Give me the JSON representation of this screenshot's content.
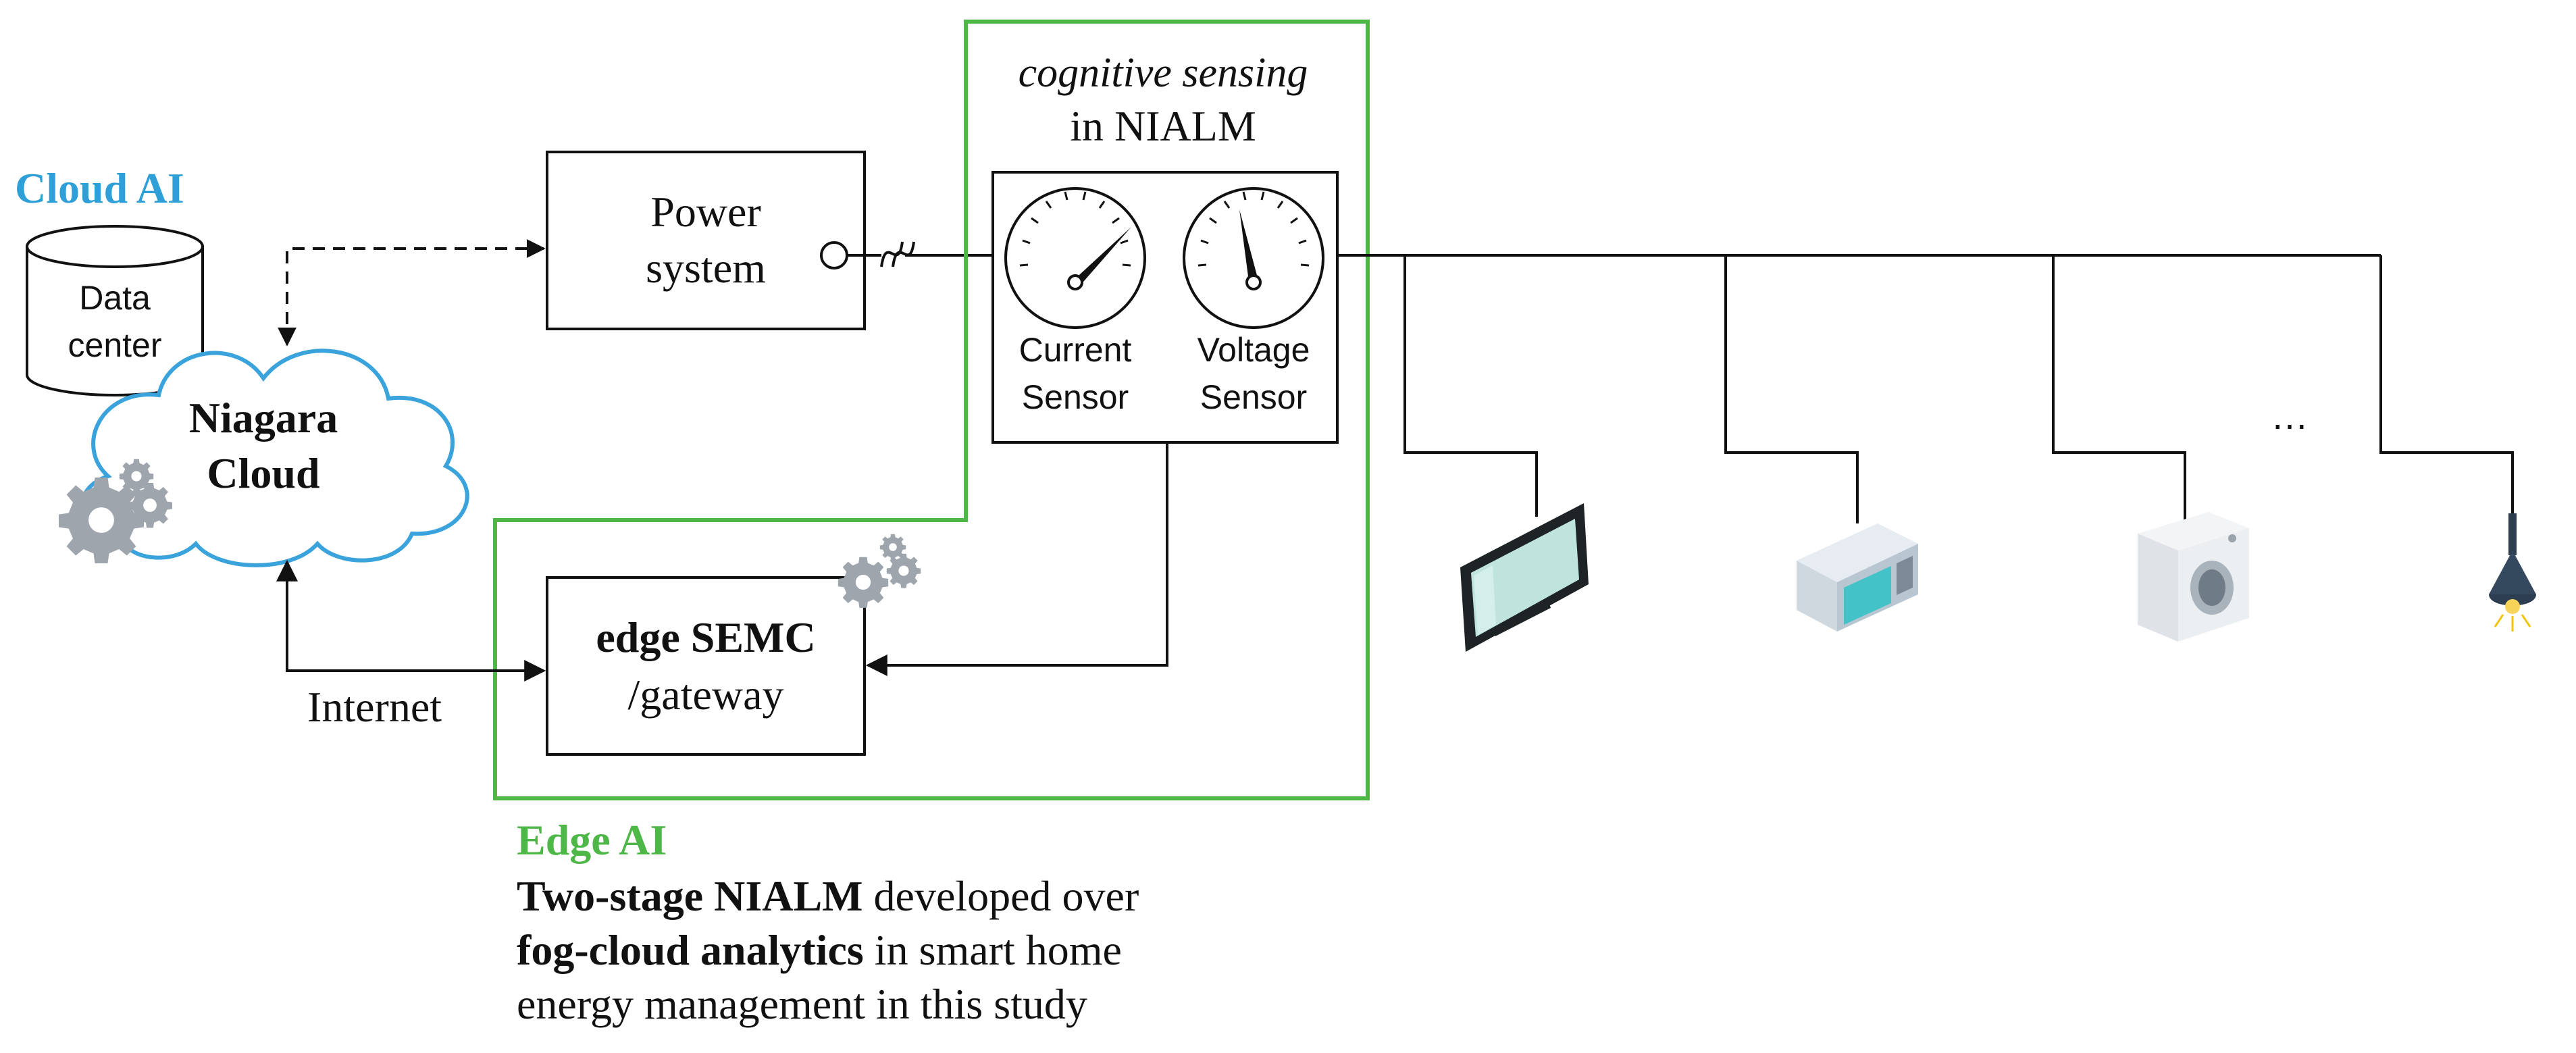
{
  "cloud": {
    "title": "Cloud AI",
    "data_center_line1": "Data",
    "data_center_line2": "center",
    "name_line1": "Niagara",
    "name_line2": "Cloud"
  },
  "power_system": {
    "line1": "Power",
    "line2": "system"
  },
  "sensing": {
    "title_line1": "cognitive sensing",
    "title_line2": "in NIALM",
    "current_line1": "Current",
    "current_line2": "Sensor",
    "voltage_line1": "Voltage",
    "voltage_line2": "Sensor"
  },
  "gateway": {
    "line1": "edge SEMC",
    "line2": "/gateway"
  },
  "internet_label": "Internet",
  "edge": {
    "title": "Edge AI",
    "caption_line1_bold": "Two-stage NIALM",
    "caption_line1_rest": " developed over",
    "caption_line2_bold": "fog-cloud analytics",
    "caption_line2_rest": " in smart home",
    "caption_line3": "energy management in this study"
  },
  "ellipsis": "…",
  "colors": {
    "cloud_ai": "#2f9fd8",
    "edge_ai": "#4db848",
    "cloud_outline": "#3aa3dc",
    "gears": "#9ea5ad"
  },
  "icons": [
    "gear-icon",
    "tv-icon",
    "microwave-icon",
    "washing-machine-icon",
    "lamp-icon"
  ]
}
